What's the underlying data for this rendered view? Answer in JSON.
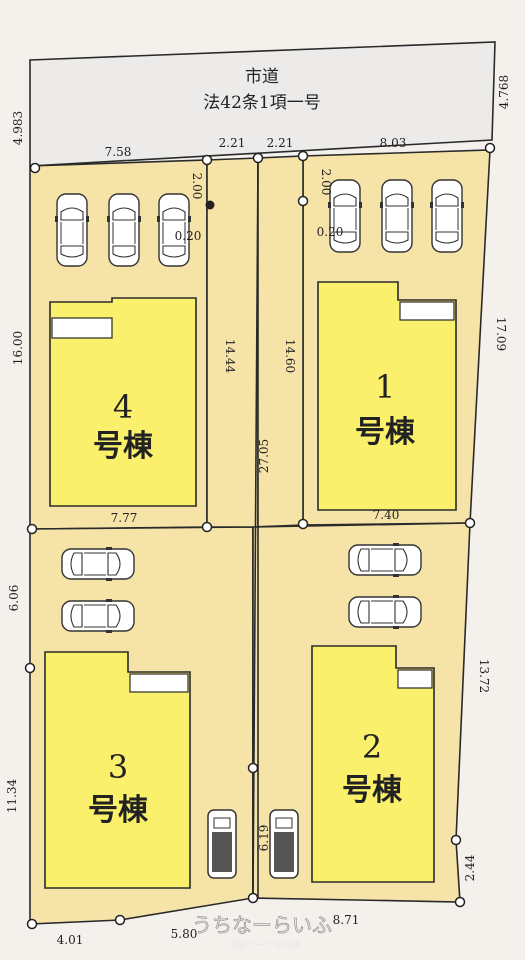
{
  "road": {
    "line1": "市道",
    "line2": "法42条1項一号"
  },
  "dimensions": {
    "road_left_width": "4.983",
    "road_right_width": "4.768",
    "top_lot4": "7.58",
    "top_lot4_access": "2.21",
    "top_lot1_access": "2.21",
    "top_lot1": "8.03",
    "offset_left_a": "2.00",
    "offset_left_b": "0.20",
    "offset_right_a": "2.00",
    "offset_right_b": "0.20",
    "lot4_left": "16.00",
    "lot4_right": "14.44",
    "lot1_left": "14.60",
    "lot1_right": "17.09",
    "driveway_long": "27.05",
    "lot4_bottom": "7.77",
    "lot1_bottom": "7.40",
    "lot3_upper_left": "6.06",
    "lot3_lower_left": "11.34",
    "lot2_right": "13.72",
    "lot2_small_right": "2.44",
    "bottom_a": "4.01",
    "bottom_b": "5.80",
    "bottom_c": "8.71",
    "driveway_end": "6.19"
  },
  "buildings": {
    "b4": {
      "number": "4",
      "label": "号棟"
    },
    "b1": {
      "number": "1",
      "label": "号棟"
    },
    "b3": {
      "number": "3",
      "label": "号棟"
    },
    "b2": {
      "number": "2",
      "label": "号棟"
    }
  },
  "watermark": {
    "main": "うちなーらいふ",
    "sub": "(株)ピープル住研"
  },
  "colors": {
    "lot_fill": "#f6e3a8",
    "building_fill": "#faf06c",
    "road_fill": "#ecebea",
    "line": "#2a2a2a"
  }
}
